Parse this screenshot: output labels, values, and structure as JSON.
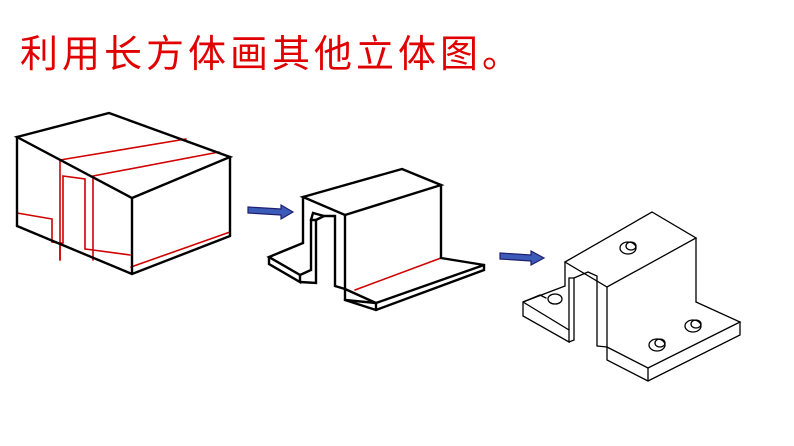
{
  "heading": {
    "text": "利用长方体画其他立体图。",
    "color": "#e00000"
  },
  "colors": {
    "outline": "#000000",
    "construction_line": "#d00000",
    "arrow_fill": "#3c5bb8",
    "arrow_edge": "#c02020"
  },
  "figures": [
    {
      "name": "cuboid-with-guides",
      "icon": "cuboid-icon"
    },
    {
      "name": "stepped-block",
      "icon": "stepped-block-icon"
    },
    {
      "name": "bracket-with-holes",
      "icon": "bracket-icon"
    }
  ],
  "arrows": [
    {
      "name": "arrow-1",
      "icon": "right-arrow-icon"
    },
    {
      "name": "arrow-2",
      "icon": "right-arrow-icon"
    }
  ]
}
